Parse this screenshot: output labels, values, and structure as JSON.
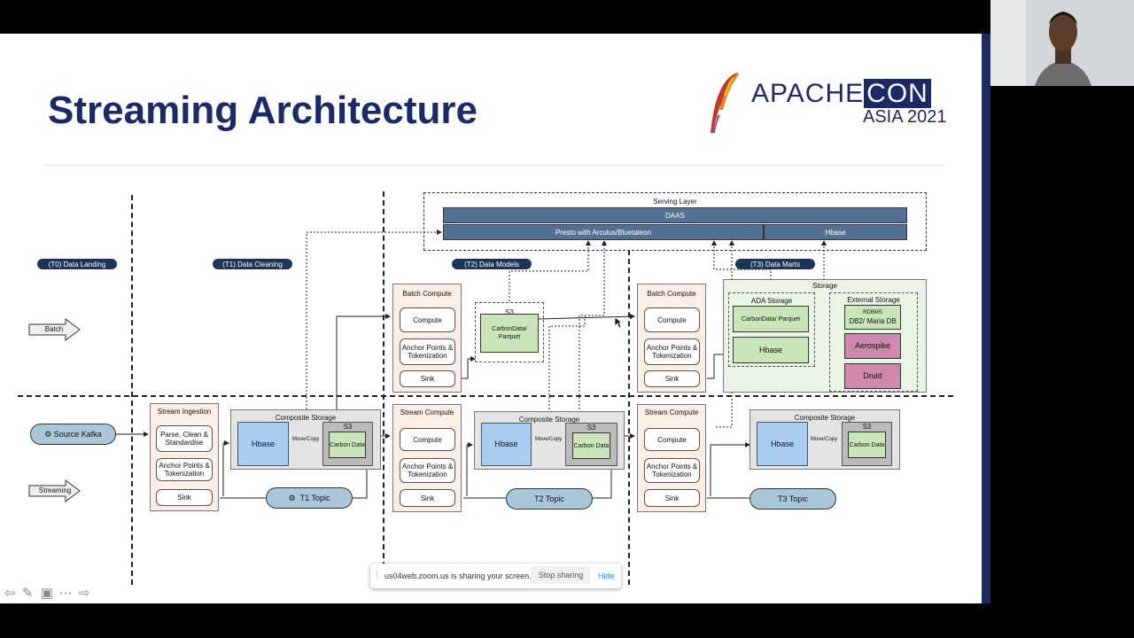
{
  "slide": {
    "title": "Streaming Architecture",
    "logo": {
      "apache": "APACHE",
      "con": "CON",
      "event": "ASIA 2021"
    }
  },
  "tiers": {
    "t0": "(T0) Data Landing",
    "t1": "(T1) Data Cleaning",
    "t2": "(T2) Data Models",
    "t3": "(T3) Data Marts"
  },
  "side_labels": {
    "batch": "Batch",
    "streaming": "Streaming",
    "source": "Source Kafka"
  },
  "serving": {
    "title": "Serving Layer",
    "daas": "DAAS",
    "presto": "Presto with Arculus/Bluetaleon",
    "hbase": "Hbase"
  },
  "ingestion": {
    "title": "Stream Ingestion",
    "parse": "Parse, Clean & Standardise",
    "anchor": "Anchor Points & Tokenization",
    "sink": "Sink"
  },
  "batch": {
    "title": "Batch Compute",
    "compute": "Compute",
    "anchor": "Anchor Points & Tokenization",
    "sink": "Sink"
  },
  "stream": {
    "title": "Stream Compute",
    "compute": "Compute",
    "anchor": "Anchor Points & Tokenization",
    "sink": "Sink"
  },
  "composite": {
    "title": "Composite Storage",
    "hbase": "Hbase",
    "move": "Move/Copy",
    "s3": "S3",
    "carbon": "Carbon Data"
  },
  "s3_mid": {
    "title": "S3",
    "content": "CarbonData/ Parquet"
  },
  "storage": {
    "title": "Storage",
    "ada": "ADA Storage",
    "carbon_parquet": "CarbonData/ Parquet",
    "hbase": "Hbase",
    "external": "External Storage",
    "rdbms": "RDBMS",
    "db2": "DB2/ Maria DB",
    "aerospike": "Aerospike",
    "druid": "Druid"
  },
  "topics": {
    "t1": "T1 Topic",
    "t2": "T2 Topic",
    "t3": "T3 Topic"
  },
  "share_banner": {
    "text": "us04web.zoom.us is sharing your screen.",
    "stop": "Stop sharing",
    "hide": "Hide"
  },
  "colors": {
    "navy": "#1b2a66",
    "pill": "#1c3556",
    "serving_bar": "#536f93"
  }
}
